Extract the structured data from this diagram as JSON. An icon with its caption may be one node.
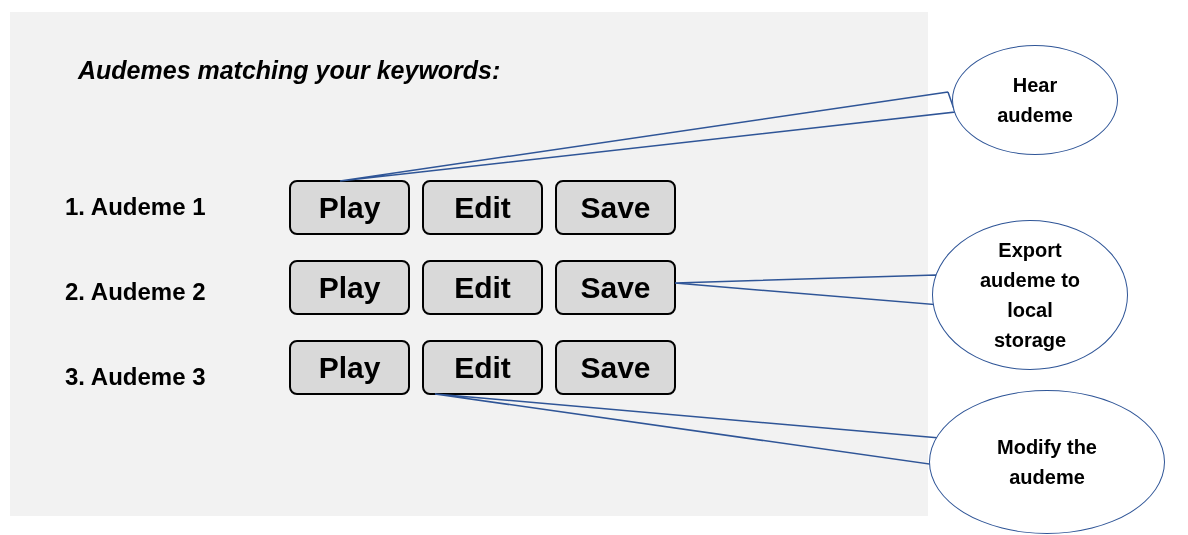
{
  "diagram": {
    "nodes": [
      {
        "text": [
          "Audemes matching your keywords:"
        ]
      },
      {
        "text": [
          "Play"
        ],
        "in": 0
      },
      {
        "text": [
          "Edit"
        ],
        "in": 0
      },
      {
        "text": [
          "Save"
        ],
        "in": 0
      },
      {
        "text": [
          "Play"
        ],
        "in": 0
      },
      {
        "text": [
          "Edit"
        ],
        "in": 0
      },
      {
        "text": [
          "Save"
        ],
        "in": 0
      },
      {
        "text": [
          "Play"
        ],
        "in": 0
      },
      {
        "text": [
          "Edit"
        ],
        "in": 0
      },
      {
        "text": [
          "Save"
        ],
        "in": 0
      },
      {
        "text": [
          "Hear audeme"
        ]
      },
      {
        "text": [
          "Export audeme to local storage"
        ]
      },
      {
        "text": [
          "Modify the audeme"
        ]
      }
    ],
    "edges": [
      {
        "from": 10,
        "to": 1,
        "arrow": "none"
      },
      {
        "from": 11,
        "to": 6,
        "arrow": "none"
      },
      {
        "from": 12,
        "to": 8,
        "arrow": "none"
      }
    ],
    "labels": [
      "1. Audeme 1",
      "2. Audeme 2",
      "3. Audeme 3"
    ]
  }
}
